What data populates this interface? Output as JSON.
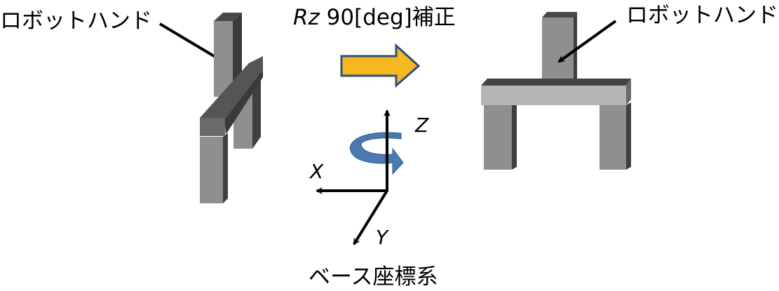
{
  "labels": {
    "robot_hand_before": "ロボットハンド",
    "robot_hand_after": "ロボットハンド",
    "correction_title_italic": "Rz",
    "correction_title_rest": " 90[deg]補正",
    "axis_x": "X",
    "axis_y": "Y",
    "axis_z": "Z",
    "base_frame": "ベース座標系"
  },
  "colors": {
    "arrow_fill": "#f5b820",
    "arrow_stroke": "#2e4f7a",
    "rotation_arrow": "#4a7ab0",
    "block_light": "#8f8f8f",
    "block_dark": "#3f3f3f",
    "crossbar_after": "#b5b5b5"
  }
}
